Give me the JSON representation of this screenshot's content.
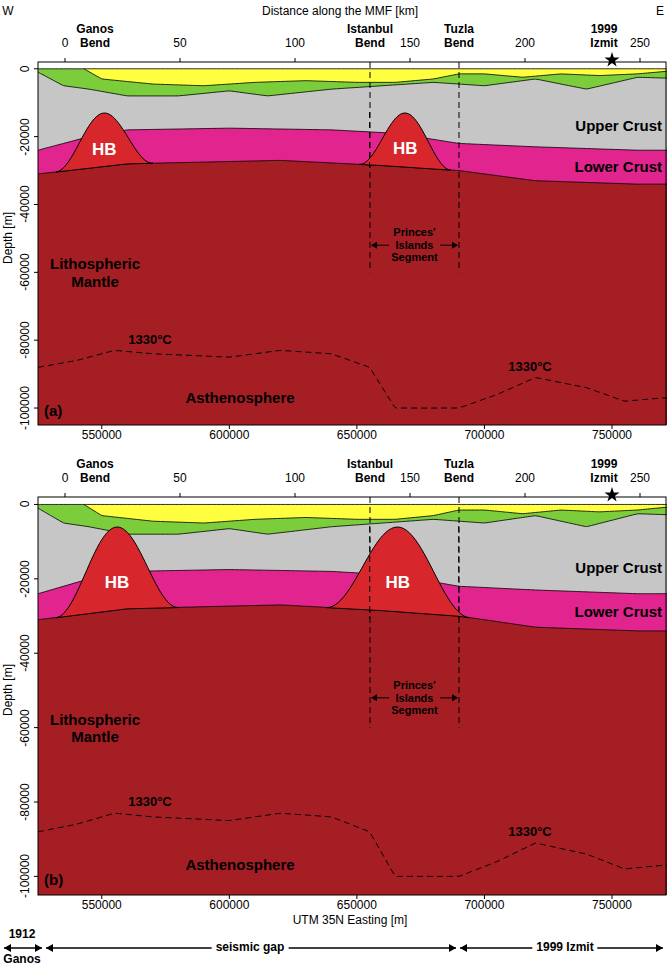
{
  "diagram": {
    "nodes": [
      {
        "text": [
          "HB"
        ]
      },
      {
        "text": [
          "HB"
        ]
      },
      {
        "text": [
          "HB"
        ]
      },
      {
        "text": [
          "HB"
        ]
      }
    ],
    "labels": [
      "W",
      "Distance along the MMF [km]",
      "E",
      "0",
      "Ganos Bend",
      "50",
      "100",
      "Istanbul Bend",
      "150",
      "Tuzla Bend",
      "200",
      "1999 Izmit",
      "250",
      "0",
      "-20000",
      "-40000",
      "-60000",
      "-80000",
      "-100000",
      "Depth [m]",
      "Upper Crust",
      "Lower Crust",
      "Lithospheric Mantle",
      "Princes' Islands Segment",
      "1330°C",
      "1330°C",
      "Asthenosphere",
      "(a)",
      "550000",
      "600000",
      "650000",
      "700000",
      "750000",
      "0",
      "Ganos Bend",
      "50",
      "100",
      "Istanbul Bend",
      "150",
      "Tuzla Bend",
      "200",
      "1999 Izmit",
      "250",
      "0",
      "-20000",
      "-40000",
      "-60000",
      "-80000",
      "-100000",
      "Depth [m]",
      "Upper Crust",
      "Lower Crust",
      "Lithospheric Mantle",
      "Princes' Islands Segment",
      "1330°C",
      "1330°C",
      "Asthenosphere",
      "(b)",
      "550000",
      "600000",
      "650000",
      "700000",
      "750000",
      "UTM 35N Easting [m]",
      "1912",
      "Ganos",
      "seismic gap",
      "1999 Izmit"
    ]
  }
}
